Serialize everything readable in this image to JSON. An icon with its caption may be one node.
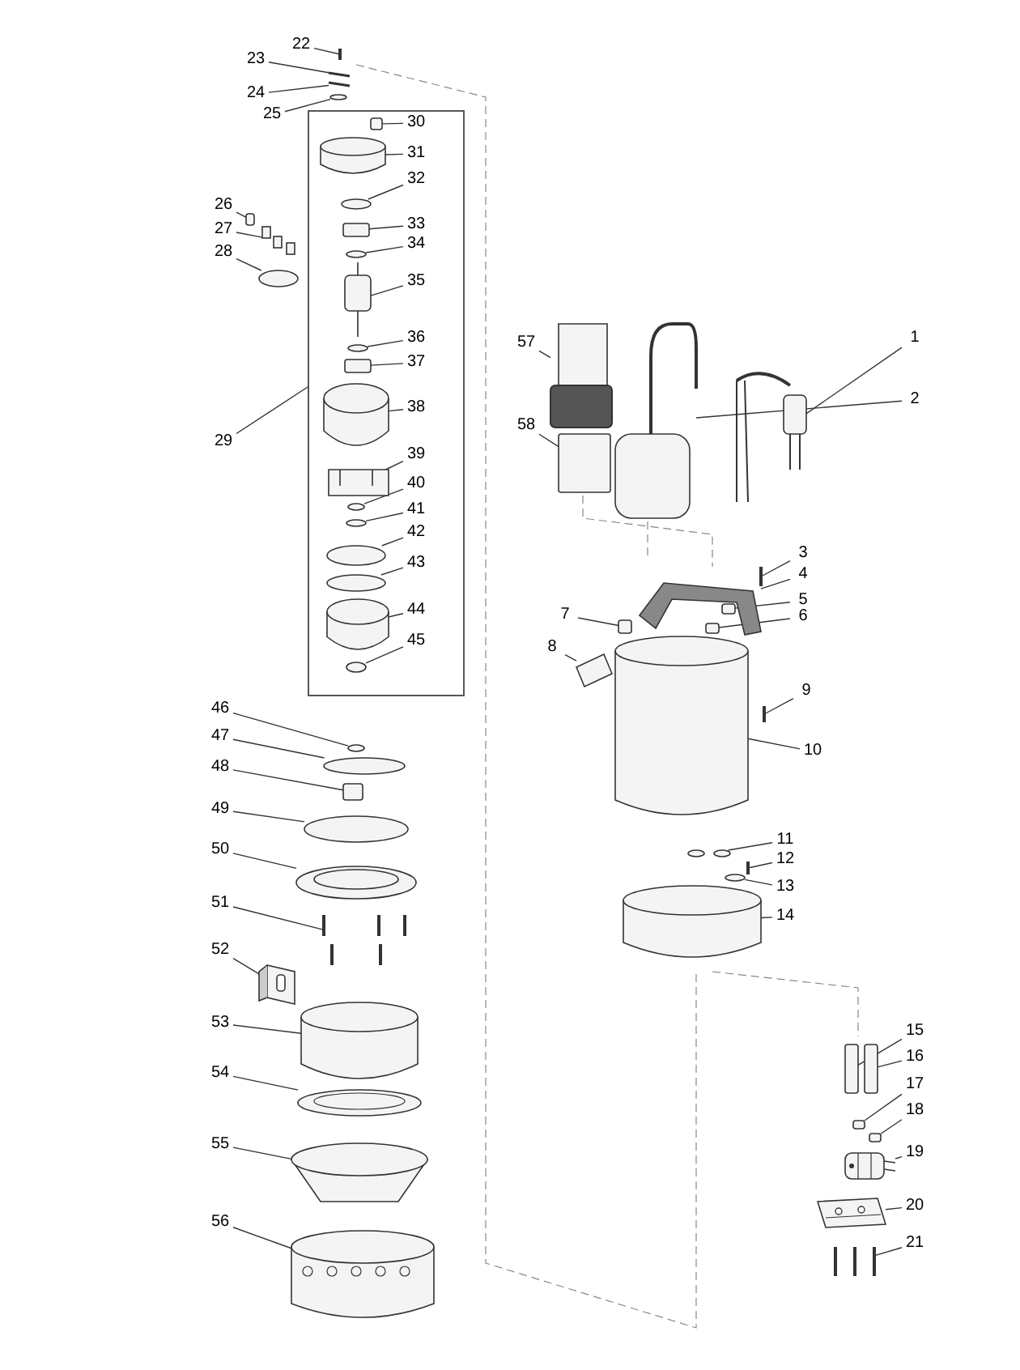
{
  "diagram": {
    "nodes": [
      {
        "text": [],
        "shape": "box"
      },
      {
        "text": [
          "22"
        ]
      },
      {
        "text": [
          "23"
        ]
      },
      {
        "text": [
          "24"
        ]
      },
      {
        "text": [
          "25"
        ]
      },
      {
        "text": [
          "30"
        ],
        "in": 0
      },
      {
        "text": [
          "31"
        ],
        "in": 0
      },
      {
        "text": [
          "32"
        ],
        "in": 0
      },
      {
        "text": [
          "26"
        ]
      },
      {
        "text": [
          "33"
        ],
        "in": 0
      },
      {
        "text": [
          "27"
        ]
      },
      {
        "text": [
          "34"
        ],
        "in": 0
      },
      {
        "text": [
          "28"
        ]
      },
      {
        "text": [
          "35"
        ],
        "in": 0
      },
      {
        "text": [
          "1"
        ]
      },
      {
        "text": [
          "36"
        ],
        "in": 0
      },
      {
        "text": [
          "57"
        ]
      },
      {
        "text": [
          "37"
        ],
        "in": 0
      },
      {
        "text": [
          "2"
        ]
      },
      {
        "text": [
          "38"
        ],
        "in": 0
      },
      {
        "text": [
          "58"
        ]
      },
      {
        "text": [
          "29"
        ]
      },
      {
        "text": [
          "39"
        ],
        "in": 0
      },
      {
        "text": [
          "40"
        ],
        "in": 0
      },
      {
        "text": [
          "41"
        ],
        "in": 0
      },
      {
        "text": [
          "42"
        ],
        "in": 0
      },
      {
        "text": [
          "3"
        ]
      },
      {
        "text": [
          "43"
        ],
        "in": 0
      },
      {
        "text": [
          "4"
        ]
      },
      {
        "text": [
          "5"
        ]
      },
      {
        "text": [
          "44"
        ],
        "in": 0
      },
      {
        "text": [
          "7"
        ]
      },
      {
        "text": [
          "6"
        ]
      },
      {
        "text": [
          "45"
        ],
        "in": 0
      },
      {
        "text": [
          "8"
        ]
      },
      {
        "text": [
          "9"
        ]
      },
      {
        "text": [
          "46"
        ]
      },
      {
        "text": [
          "47"
        ]
      },
      {
        "text": [
          "10"
        ]
      },
      {
        "text": [
          "48"
        ]
      },
      {
        "text": [
          "49"
        ]
      },
      {
        "text": [
          "11"
        ]
      },
      {
        "text": [
          "50"
        ]
      },
      {
        "text": [
          "12"
        ]
      },
      {
        "text": [
          "13"
        ]
      },
      {
        "text": [
          "51"
        ]
      },
      {
        "text": [
          "14"
        ]
      },
      {
        "text": [
          "52"
        ]
      },
      {
        "text": [
          "53"
        ]
      },
      {
        "text": [
          "15"
        ]
      },
      {
        "text": [
          "16"
        ]
      },
      {
        "text": [
          "54"
        ]
      },
      {
        "text": [
          "17"
        ]
      },
      {
        "text": [
          "18"
        ]
      },
      {
        "text": [
          "55"
        ]
      },
      {
        "text": [
          "19"
        ]
      },
      {
        "text": [
          "20"
        ]
      },
      {
        "text": [
          "56"
        ]
      },
      {
        "text": [
          "21"
        ]
      },
      {
        "text": [],
        "shape": "bar"
      },
      {
        "text": [],
        "shape": "picture"
      },
      {
        "text": [],
        "shape": "picture"
      },
      {
        "text": [],
        "shape": "circle"
      },
      {
        "text": [],
        "shape": "box",
        "in": 0
      },
      {
        "text": [],
        "shape": "cylinder",
        "in": 0
      },
      {
        "text": [],
        "shape": "circle",
        "in": 0
      },
      {
        "text": [],
        "shape": "box"
      },
      {
        "text": [],
        "shape": "box",
        "in": 0
      },
      {
        "text": [],
        "shape": "picture"
      },
      {
        "text": [],
        "shape": "circle",
        "in": 0
      },
      {
        "text": [],
        "shape": "circle"
      },
      {
        "text": [],
        "shape": "picture",
        "in": 0
      },
      {
        "text": [],
        "shape": "picture"
      },
      {
        "text": [],
        "shape": "circle",
        "in": 0
      },
      {
        "text": [],
        "shape": "picture"
      },
      {
        "text": [],
        "shape": "box",
        "in": 0
      },
      {
        "text": [],
        "shape": "picture"
      },
      {
        "text": [],
        "shape": "cylinder",
        "in": 0
      },
      {
        "text": [],
        "shape": "box"
      },
      {
        "text": [],
        "shape": "picture",
        "in": 0
      },
      {
        "text": [],
        "shape": "circle",
        "in": 0
      },
      {
        "text": [],
        "shape": "circle",
        "in": 0
      },
      {
        "text": [],
        "shape": "circle",
        "in": 0
      },
      {
        "text": [],
        "shape": "bar"
      },
      {
        "text": [],
        "shape": "circle",
        "in": 0
      },
      {
        "text": [],
        "shape": "picture"
      },
      {
        "text": [],
        "shape": "box"
      },
      {
        "text": [],
        "shape": "cylinder",
        "in": 0
      },
      {
        "text": [],
        "shape": "box"
      },
      {
        "text": [],
        "shape": "box"
      },
      {
        "text": [],
        "shape": "circle",
        "in": 0
      },
      {
        "text": [],
        "shape": "picture"
      },
      {
        "text": [],
        "shape": "bar"
      },
      {
        "text": [],
        "shape": "circle"
      },
      {
        "text": [],
        "shape": "circle"
      },
      {
        "text": [],
        "shape": "cylinder"
      },
      {
        "text": [],
        "shape": "box"
      },
      {
        "text": [],
        "shape": "circle"
      },
      {
        "text": [],
        "shape": "picture"
      },
      {
        "text": [],
        "shape": "picture"
      },
      {
        "text": [],
        "shape": "bar"
      },
      {
        "text": [],
        "shape": "circle"
      },
      {
        "text": [],
        "shape": "picture"
      },
      {
        "text": [],
        "shape": "cylinder"
      },
      {
        "text": [],
        "shape": "picture"
      },
      {
        "text": [],
        "shape": "cylinder"
      },
      {
        "text": [],
        "shape": "box"
      },
      {
        "text": [],
        "shape": "box"
      },
      {
        "text": [],
        "shape": "picture"
      },
      {
        "text": [],
        "shape": "box"
      },
      {
        "text": [],
        "shape": "box"
      },
      {
        "text": [],
        "shape": "picture"
      },
      {
        "text": [],
        "shape": "picture"
      },
      {
        "text": [],
        "shape": "picture"
      },
      {
        "text": [],
        "shape": "picture"
      },
      {
        "text": [],
        "shape": "picture"
      }
    ],
    "edges": [
      {
        "from": 1,
        "to": 59,
        "arrow": "none"
      },
      {
        "from": 2,
        "to": 60,
        "arrow": "none"
      },
      {
        "from": 3,
        "to": 61,
        "arrow": "none"
      },
      {
        "from": 4,
        "to": 62,
        "arrow": "none"
      },
      {
        "from": 5,
        "to": 63,
        "arrow": "none"
      },
      {
        "from": 6,
        "to": 64,
        "arrow": "none"
      },
      {
        "from": 7,
        "to": 65,
        "arrow": "none"
      },
      {
        "from": 8,
        "to": 66,
        "arrow": "none"
      },
      {
        "from": 9,
        "to": 67,
        "arrow": "none"
      },
      {
        "from": 10,
        "to": 68,
        "arrow": "none"
      },
      {
        "from": 11,
        "to": 69,
        "arrow": "none"
      },
      {
        "from": 12,
        "to": 70,
        "arrow": "none"
      },
      {
        "from": 13,
        "to": 71,
        "arrow": "none"
      },
      {
        "from": 14,
        "to": 72,
        "arrow": "none"
      },
      {
        "from": 15,
        "to": 73,
        "arrow": "none"
      },
      {
        "from": 16,
        "to": 74,
        "arrow": "none"
      },
      {
        "from": 17,
        "to": 75,
        "arrow": "none"
      },
      {
        "from": 18,
        "to": 76,
        "arrow": "none"
      },
      {
        "from": 19,
        "to": 77,
        "arrow": "none"
      },
      {
        "from": 20,
        "to": 78,
        "arrow": "none"
      },
      {
        "from": 21,
        "to": 0,
        "arrow": "none"
      },
      {
        "from": 22,
        "to": 79,
        "arrow": "none"
      },
      {
        "from": 23,
        "to": 80,
        "arrow": "none"
      },
      {
        "from": 24,
        "to": 81,
        "arrow": "none"
      },
      {
        "from": 25,
        "to": 82,
        "arrow": "none"
      },
      {
        "from": 26,
        "to": 83,
        "arrow": "none"
      },
      {
        "from": 27,
        "to": 84,
        "arrow": "none"
      },
      {
        "from": 28,
        "to": 85,
        "arrow": "none"
      },
      {
        "from": 29,
        "to": 86,
        "arrow": "none"
      },
      {
        "from": 30,
        "to": 87,
        "arrow": "none"
      },
      {
        "from": 31,
        "to": 88,
        "arrow": "none"
      },
      {
        "from": 32,
        "to": 89,
        "arrow": "none"
      },
      {
        "from": 33,
        "to": 90,
        "arrow": "none"
      },
      {
        "from": 34,
        "to": 91,
        "arrow": "none"
      },
      {
        "from": 35,
        "to": 92,
        "arrow": "none"
      },
      {
        "from": 36,
        "to": 93,
        "arrow": "none"
      },
      {
        "from": 37,
        "to": 94,
        "arrow": "none"
      },
      {
        "from": 38,
        "to": 95,
        "arrow": "none"
      },
      {
        "from": 39,
        "to": 96,
        "arrow": "none"
      },
      {
        "from": 40,
        "to": 97,
        "arrow": "none"
      },
      {
        "from": 41,
        "to": 98,
        "arrow": "none"
      },
      {
        "from": 42,
        "to": 99,
        "arrow": "none"
      },
      {
        "from": 43,
        "to": 100,
        "arrow": "none"
      },
      {
        "from": 44,
        "to": 101,
        "arrow": "none"
      },
      {
        "from": 45,
        "to": 102,
        "arrow": "none"
      },
      {
        "from": 46,
        "to": 103,
        "arrow": "none"
      },
      {
        "from": 47,
        "to": 104,
        "arrow": "none"
      },
      {
        "from": 48,
        "to": 105,
        "arrow": "none"
      },
      {
        "from": 49,
        "to": 106,
        "arrow": "none"
      },
      {
        "from": 50,
        "to": 107,
        "arrow": "none"
      },
      {
        "from": 51,
        "to": 108,
        "arrow": "none"
      },
      {
        "from": 52,
        "to": 109,
        "arrow": "none"
      },
      {
        "from": 53,
        "to": 110,
        "arrow": "none"
      },
      {
        "from": 54,
        "to": 111,
        "arrow": "none"
      },
      {
        "from": 55,
        "to": 112,
        "arrow": "none"
      },
      {
        "from": 56,
        "to": 113,
        "arrow": "none"
      },
      {
        "from": 57,
        "to": 114,
        "arrow": "none"
      },
      {
        "from": 58,
        "to": 115,
        "arrow": "none"
      }
    ]
  }
}
